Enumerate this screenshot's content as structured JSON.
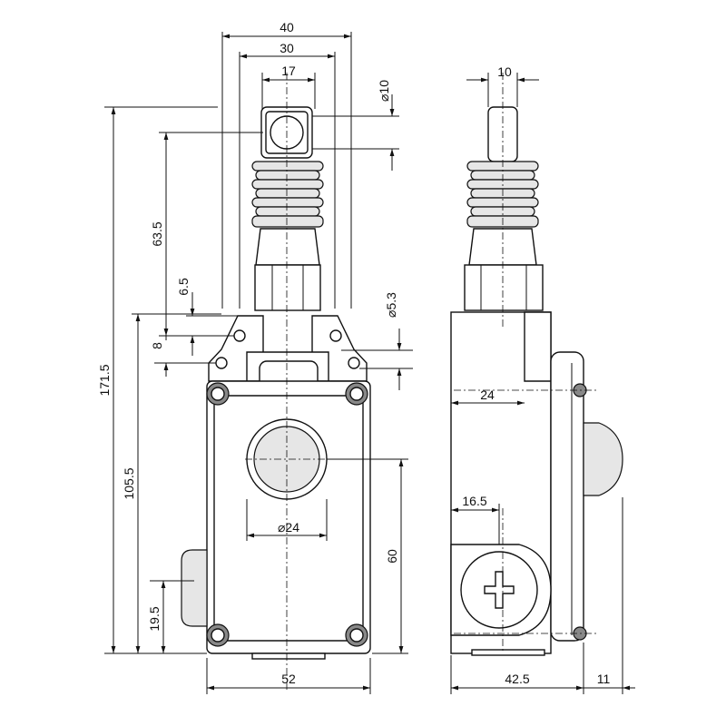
{
  "dimensions": {
    "front_width_top": "40",
    "front_width_mid": "30",
    "front_eye_width": "17",
    "eye_diameter": "⌀10",
    "overall_height": "171.5",
    "actuator_height": "63.5",
    "step_height": "6.5",
    "flange_height": "8",
    "hole_diameter": "⌀5.3",
    "body_height": "105.5",
    "button_diameter": "⌀24",
    "button_height": "60",
    "cable_gland_height": "19.5",
    "front_base_width": "52",
    "side_shaft_width": "10",
    "side_offset": "24",
    "side_gland_offset": "16.5",
    "side_depth": "42.5",
    "side_extra": "11"
  }
}
